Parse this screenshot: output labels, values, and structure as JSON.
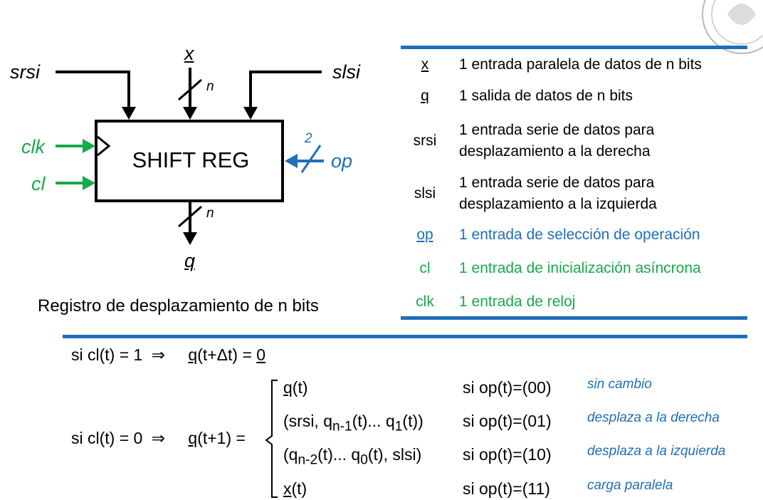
{
  "colors": {
    "green": "#1aa84b",
    "blue": "#1f6fb7",
    "black": "#000000"
  },
  "block": {
    "title": "SHIFT REG",
    "in_x": "x",
    "in_srsi": "srsi",
    "in_slsi": "slsi",
    "in_clk": "clk",
    "in_cl": "cl",
    "in_op": "op",
    "out_q": "q",
    "width_n_top": "n",
    "width_n_bottom": "n",
    "width_op": "2"
  },
  "caption": "Registro de desplazamiento de n bits",
  "legend": [
    {
      "symbol": "x",
      "underline": true,
      "desc": [
        "1 entrada paralela de datos de n bits"
      ],
      "color": "#000000"
    },
    {
      "symbol": "q",
      "underline": true,
      "desc": [
        "1 salida de datos de n bits"
      ],
      "color": "#000000"
    },
    {
      "symbol": "srsi",
      "underline": false,
      "desc": [
        "1 entrada serie de datos para",
        "desplazamiento a la derecha"
      ],
      "color": "#000000"
    },
    {
      "symbol": "slsi",
      "underline": false,
      "desc": [
        "1 entrada serie de datos para",
        "desplazamiento a la izquierda"
      ],
      "color": "#000000"
    },
    {
      "symbol": "op",
      "underline": true,
      "desc": [
        "1 entrada de selección de operación"
      ],
      "color": "#1f6fb7"
    },
    {
      "symbol": "cl",
      "underline": false,
      "desc": [
        "1 entrada de inicialización asíncrona"
      ],
      "color": "#1aa84b"
    },
    {
      "symbol": "clk",
      "underline": false,
      "desc": [
        "1 entrada de reloj"
      ],
      "color": "#1aa84b"
    }
  ],
  "equations": {
    "line1_cond": "si cl(t) = 1",
    "line1_q": "q",
    "line1_rest": "(t+Δt) = ",
    "line1_zero": "0",
    "line2_cond": "si cl(t) = 0",
    "line2_q": "q",
    "line2_rest": "(t+1) =",
    "arrow": "⇒",
    "cases": [
      {
        "expr_html": "<span class=\"u\">q</span>(t)",
        "cond": "si op(t)=(00)",
        "note": "sin cambio"
      },
      {
        "expr_html": "(srsi, q<sub>n-1</sub>(t)... q<sub>1</sub>(t))",
        "cond": "si op(t)=(01)",
        "note": "desplaza a la derecha"
      },
      {
        "expr_html": "(q<sub>n-2</sub>(t)... q<sub>0</sub>(t), slsi)",
        "cond": "si op(t)=(10)",
        "note": "desplaza a la izquierda"
      },
      {
        "expr_html": "<span class=\"u\">x</span>(t)",
        "cond": "si op(t)=(11)",
        "note": "carga paralela"
      }
    ]
  }
}
